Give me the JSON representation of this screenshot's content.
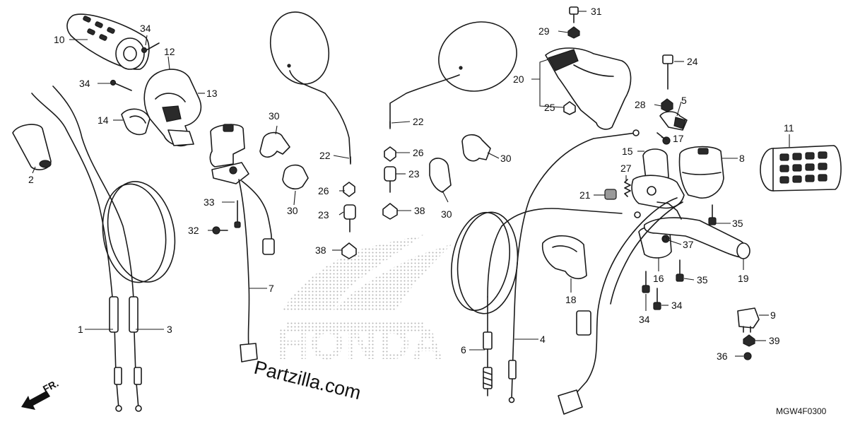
{
  "diagram_code": "MGW4F0300",
  "watermark": "Partzilla.com",
  "logo_text": "HONDA",
  "front_label": "FR.",
  "callouts": [
    {
      "id": "c1",
      "label": "1"
    },
    {
      "id": "c2",
      "label": "2"
    },
    {
      "id": "c3",
      "label": "3"
    },
    {
      "id": "c4",
      "label": "4"
    },
    {
      "id": "c5",
      "label": "5"
    },
    {
      "id": "c6",
      "label": "6"
    },
    {
      "id": "c7",
      "label": "7"
    },
    {
      "id": "c8",
      "label": "8"
    },
    {
      "id": "c9",
      "label": "9"
    },
    {
      "id": "c10",
      "label": "10"
    },
    {
      "id": "c11",
      "label": "11"
    },
    {
      "id": "c12",
      "label": "12"
    },
    {
      "id": "c13",
      "label": "13"
    },
    {
      "id": "c14",
      "label": "14"
    },
    {
      "id": "c15",
      "label": "15"
    },
    {
      "id": "c16",
      "label": "16"
    },
    {
      "id": "c17",
      "label": "17"
    },
    {
      "id": "c18",
      "label": "18"
    },
    {
      "id": "c19",
      "label": "19"
    },
    {
      "id": "c20",
      "label": "20"
    },
    {
      "id": "c21",
      "label": "21"
    },
    {
      "id": "c22a",
      "label": "22"
    },
    {
      "id": "c22b",
      "label": "22"
    },
    {
      "id": "c23a",
      "label": "23"
    },
    {
      "id": "c23b",
      "label": "23"
    },
    {
      "id": "c24",
      "label": "24"
    },
    {
      "id": "c25",
      "label": "25"
    },
    {
      "id": "c26a",
      "label": "26"
    },
    {
      "id": "c26b",
      "label": "26"
    },
    {
      "id": "c27",
      "label": "27"
    },
    {
      "id": "c28",
      "label": "28"
    },
    {
      "id": "c29",
      "label": "29"
    },
    {
      "id": "c30a",
      "label": "30"
    },
    {
      "id": "c30b",
      "label": "30"
    },
    {
      "id": "c30c",
      "label": "30"
    },
    {
      "id": "c30d",
      "label": "30"
    },
    {
      "id": "c31",
      "label": "31"
    },
    {
      "id": "c32",
      "label": "32"
    },
    {
      "id": "c33",
      "label": "33"
    },
    {
      "id": "c34a",
      "label": "34"
    },
    {
      "id": "c34b",
      "label": "34"
    },
    {
      "id": "c34c",
      "label": "34"
    },
    {
      "id": "c34d",
      "label": "34"
    },
    {
      "id": "c35a",
      "label": "35"
    },
    {
      "id": "c35b",
      "label": "35"
    },
    {
      "id": "c36",
      "label": "36"
    },
    {
      "id": "c37",
      "label": "37"
    },
    {
      "id": "c38a",
      "label": "38"
    },
    {
      "id": "c38b",
      "label": "38"
    },
    {
      "id": "c39",
      "label": "39"
    }
  ]
}
